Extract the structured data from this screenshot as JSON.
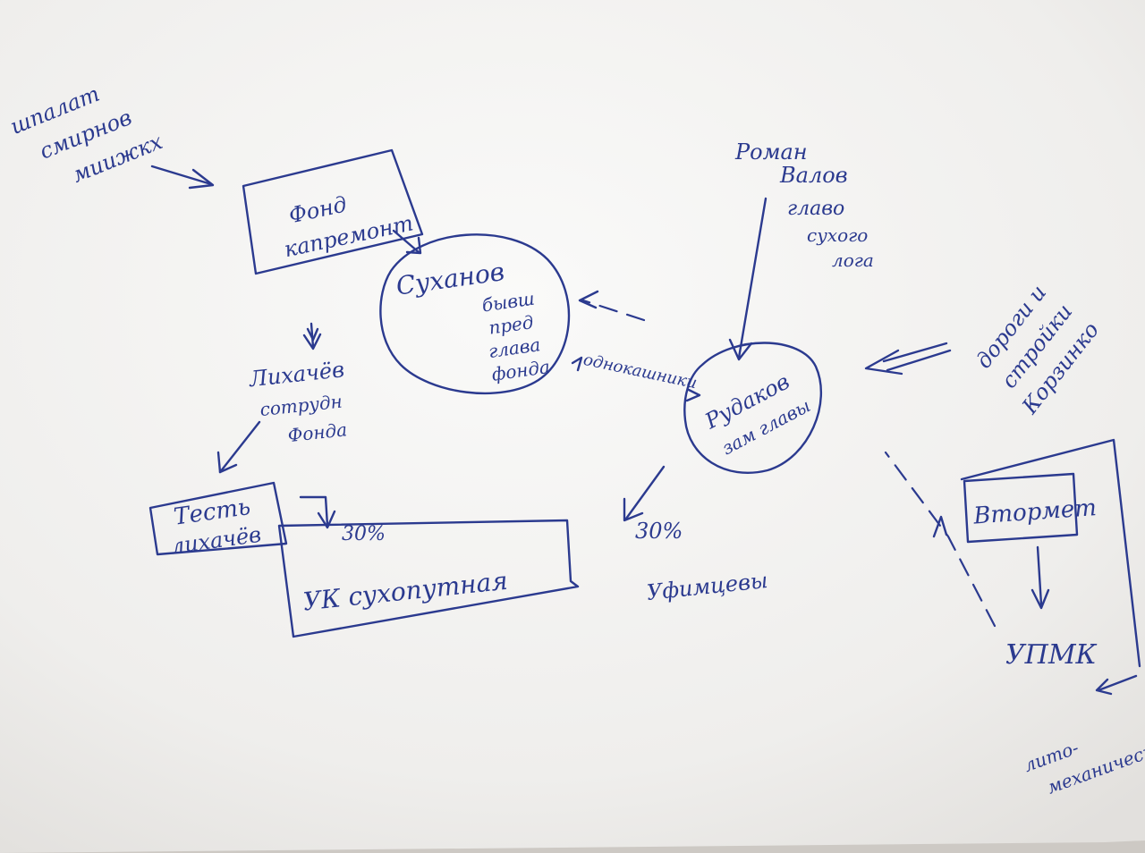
{
  "colors": {
    "ink": "#2b3a8f",
    "paper": "#f4f3f1",
    "shadow": "#c9c6c2"
  },
  "nodes": {
    "source_top_left": [
      "шпалат",
      "смирнов",
      "миижкх"
    ],
    "fund": [
      "Фонд",
      "капремонт"
    ],
    "sukhanov": {
      "name": "Суханов",
      "role": [
        "бывш",
        "пред",
        "глава",
        "фонда"
      ]
    },
    "likhachev": [
      "Лихачёв",
      "сотрудн",
      "Фонда"
    ],
    "test_likhachev": [
      "Тесть",
      "лихачёв"
    ],
    "uk": "УК сухопутная",
    "roman_valov": [
      "Роман",
      "Валов",
      "главо",
      "сухого",
      "лога"
    ],
    "rudakov": [
      "Рудаков",
      "зам главы"
    ],
    "roads": [
      "дороги и",
      "стройки",
      "Корзинко"
    ],
    "vtormet": "Втормет",
    "upmk": "УПМК",
    "bottom_right": [
      "лито-",
      "механический"
    ]
  },
  "edges": {
    "fellow_students": "однокашники",
    "pct_uk": "30%",
    "pct_ufimtsev": "30%",
    "ufimtsev": "Уфимцевы"
  }
}
